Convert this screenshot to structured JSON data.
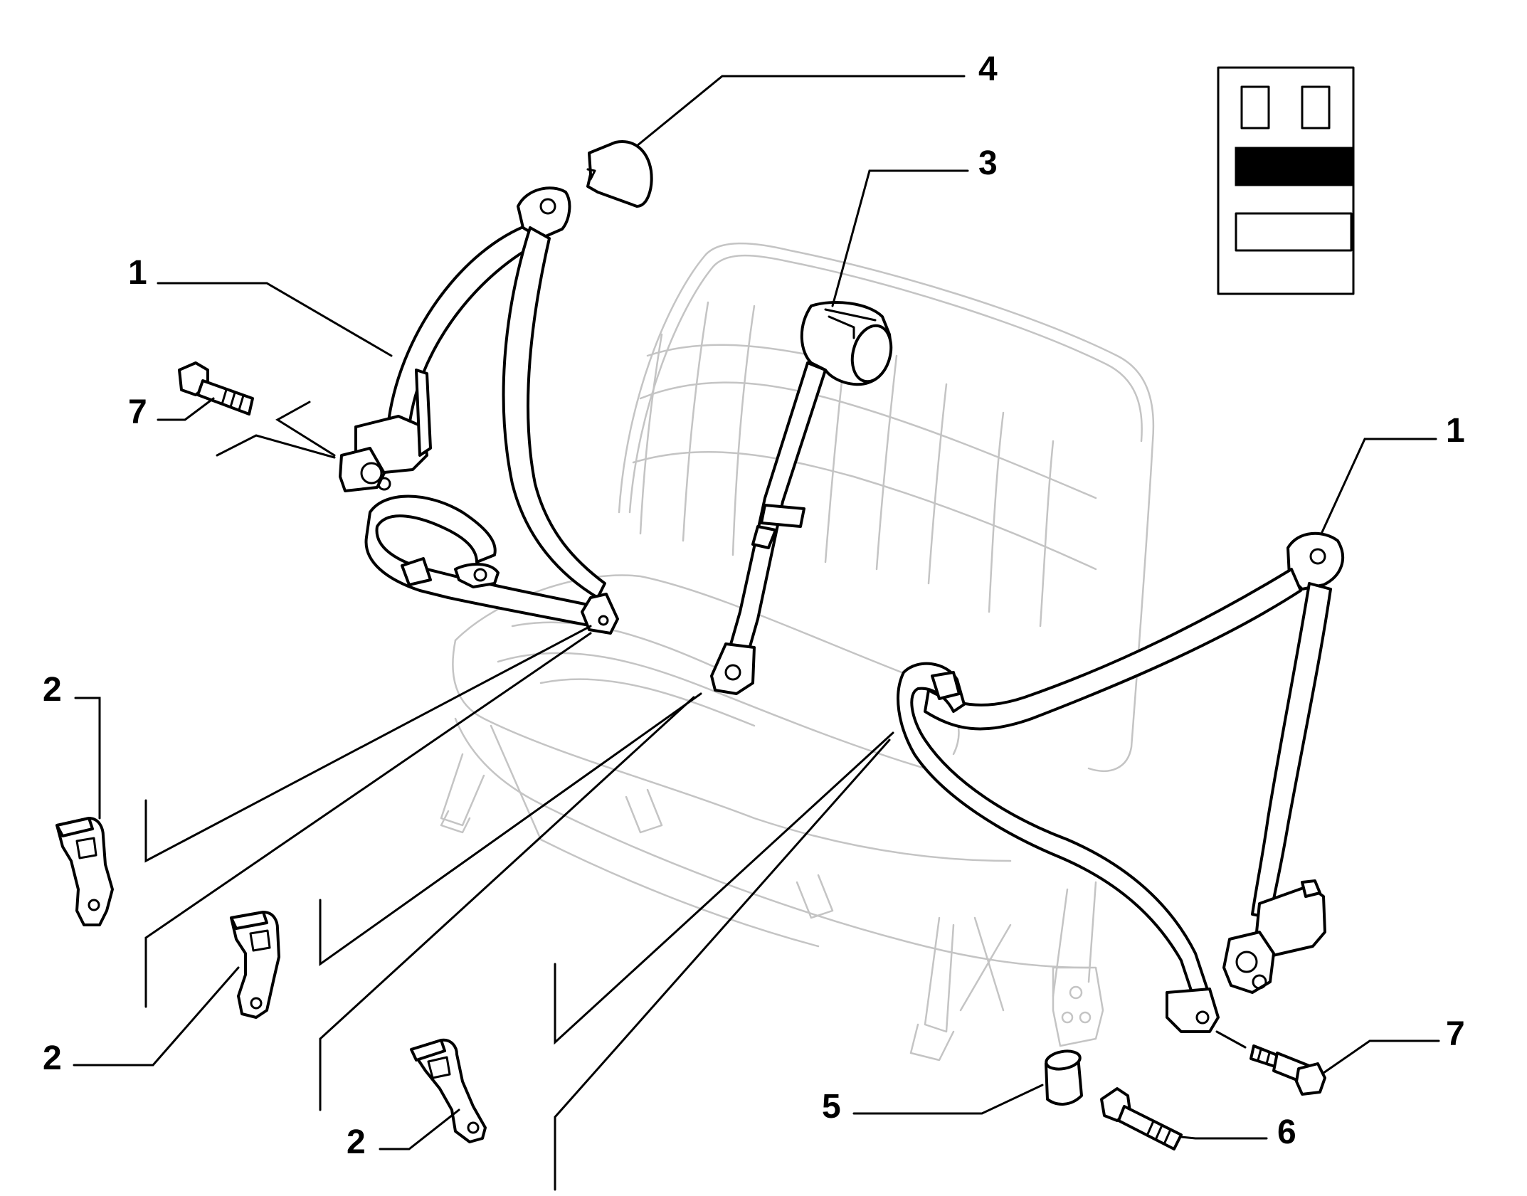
{
  "diagram": {
    "callouts": [
      {
        "id": "c1-left",
        "label": "1"
      },
      {
        "id": "c1-right",
        "label": "1"
      },
      {
        "id": "c2-a",
        "label": "2"
      },
      {
        "id": "c2-b",
        "label": "2"
      },
      {
        "id": "c2-c",
        "label": "2"
      },
      {
        "id": "c3",
        "label": "3"
      },
      {
        "id": "c4",
        "label": "4"
      },
      {
        "id": "c5",
        "label": "5"
      },
      {
        "id": "c6",
        "label": "6"
      },
      {
        "id": "c7-left",
        "label": "7"
      },
      {
        "id": "c7-right",
        "label": "7"
      }
    ],
    "colors": {
      "ink": "#000000",
      "seat_outline": "#c4c4c4",
      "background": "#ffffff"
    },
    "icons": {
      "legend": "vehicle-legend-icon"
    }
  }
}
